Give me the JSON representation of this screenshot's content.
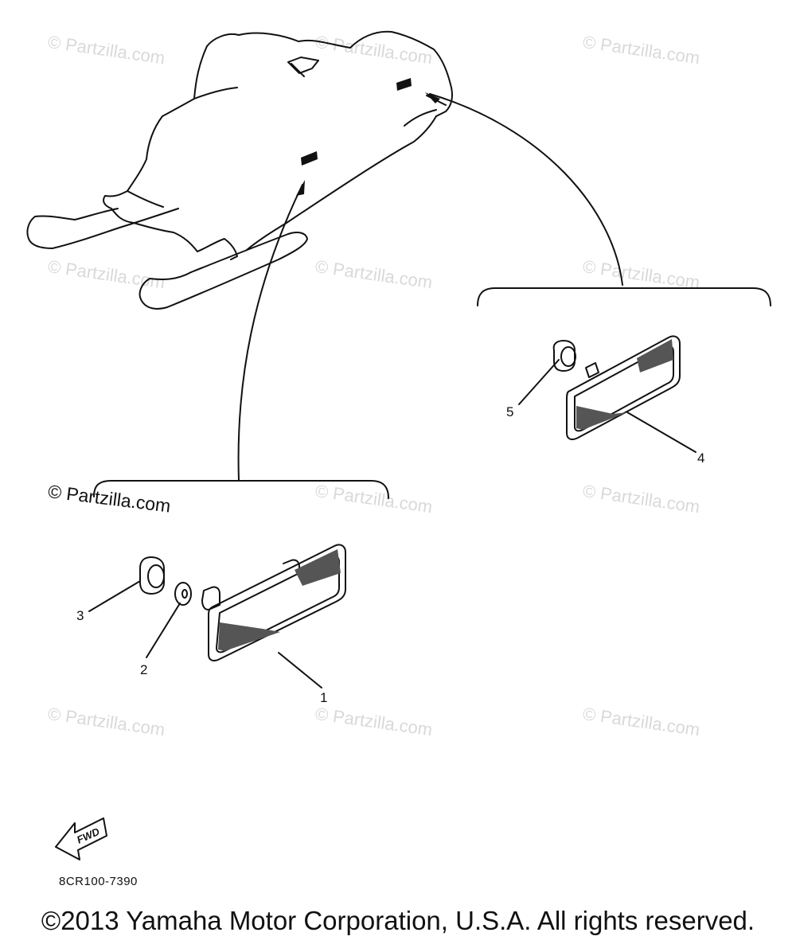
{
  "watermark": "© Partzilla.com",
  "watermark_highlight": "© Partzilla.com",
  "callouts": [
    "1",
    "2",
    "3",
    "4",
    "5"
  ],
  "fwd_label": "FWD",
  "diagram_code": "8CR100-7390",
  "copyright": "©2013 Yamaha Motor Corporation, U.S.A. All rights reserved.",
  "colors": {
    "line": "#111111",
    "watermark": "#d9d9d9",
    "background": "#ffffff"
  },
  "icons": [
    "fwd-arrow-icon"
  ]
}
